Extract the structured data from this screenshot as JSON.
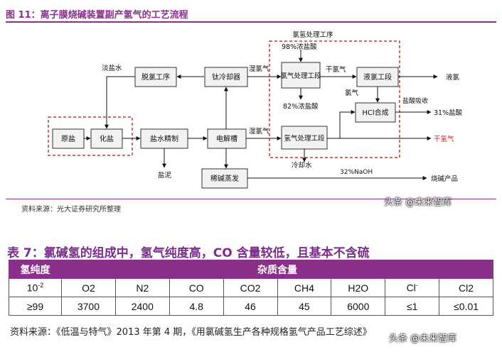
{
  "figure": {
    "title": "图 11：离子膜烧碱装置副产氢气的工艺流程",
    "source": "资料来源：光大证券研究所整理",
    "nodes": {
      "raw_salt": "原盐",
      "dissolve_salt": "化盐",
      "brine_refine": "盐水精制",
      "electrolyzer": "电解槽",
      "dechlorination": "脱氯工序",
      "ti_cooler": "钛冷却器",
      "cl_process_unit": "氯气处理工段",
      "liquid_cl_unit": "液氯工段",
      "hcl_synthesis": "HCl合成",
      "h2_process_unit": "氢气处理工段",
      "dilute_evap": "稀碱蒸发"
    },
    "labels": {
      "cl_process_section": "氯氢处理工序",
      "acid98": "98%浓盐酸",
      "acid82": "82%浓盐酸",
      "dilute_brine": "淡盐水",
      "wet_cl_1": "湿氯气",
      "wet_cl_2": "湿氯气",
      "dry_cl": "干氯气",
      "liquid_cl": "液氯",
      "cl_gas": "氯气",
      "hcl_absorb": "盐酸吸收",
      "hcl31": "31%盐酸",
      "dry_h2": "干氢气",
      "cooling_water": "冷却水",
      "naoh32": "32%NaOH",
      "salt_mud": "盐泥",
      "caustic_product": "烧碱产品"
    }
  },
  "watermark": "头条 @未来智库",
  "table": {
    "title": "表 7：氯碱氢的组成中，氢气纯度高，CO 含量较低，且基本不含硫",
    "header_purity": "氢纯度",
    "header_impurity": "杂质含量",
    "unit_row": [
      "10",
      "O2",
      "N2",
      "CO",
      "CO2",
      "CH4",
      "H2O",
      "Cl",
      "Cl2"
    ],
    "unit_exp": "-2",
    "cl_sup": "-",
    "values": [
      "≥99",
      "3700",
      "2400",
      "4.8",
      "46",
      "45",
      "6000",
      "≤1",
      "≤0.01"
    ],
    "source": "资料来源：《低温与特气》2013 年第 4 期，《用氯碱氢生产各种规格氢气产品工艺综述》"
  },
  "colors": {
    "accent": "#8a2f8a",
    "dashed_border": "#c0383a",
    "dry_h2": "#d42020"
  }
}
